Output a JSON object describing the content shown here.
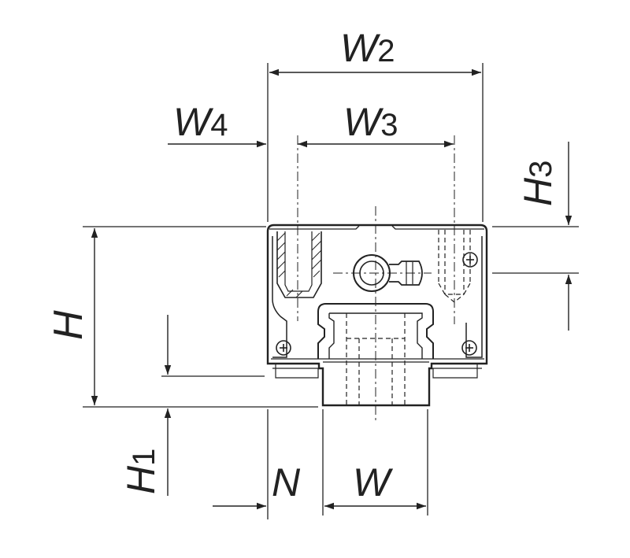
{
  "labels": {
    "w2": {
      "main": "W",
      "sub": "2"
    },
    "w3": {
      "main": "W",
      "sub": "3"
    },
    "w4": {
      "main": "W",
      "sub": "4"
    },
    "h3": {
      "main": "H",
      "sub": "3"
    },
    "h": {
      "main": "H"
    },
    "h1": {
      "main": "H",
      "sub": "1"
    },
    "n": {
      "main": "N"
    },
    "w": {
      "main": "W"
    }
  },
  "colors": {
    "line": "#222222",
    "background": "#ffffff"
  }
}
